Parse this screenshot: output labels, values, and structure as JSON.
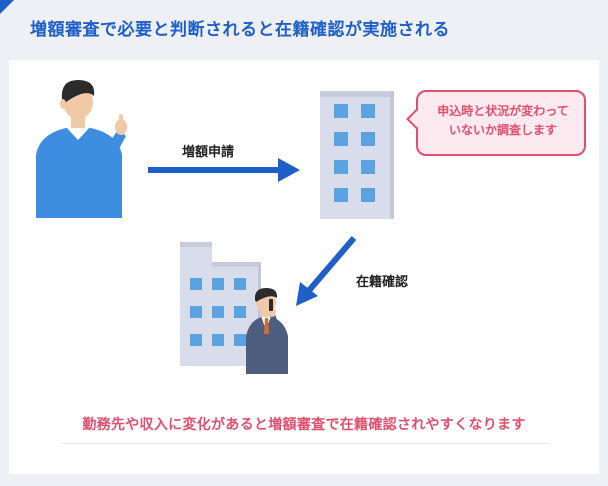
{
  "title": "増額審査で必要と判断されると在籍確認が実施される",
  "labels": {
    "application": "増額申請",
    "verification": "在籍確認"
  },
  "bubble": {
    "lines": [
      "申込時と状況が変わって",
      "いないか調査します"
    ]
  },
  "footer": "勤務先や収入に変化があると増額審査で在籍確認されやすくなります",
  "colors": {
    "accent_blue": "#1f5fc8",
    "pink": "#e0506e",
    "building": "#d9dcea",
    "window": "#5aa3e0",
    "shirt": "#3d8ee0",
    "suit": "#4d5e7e"
  }
}
